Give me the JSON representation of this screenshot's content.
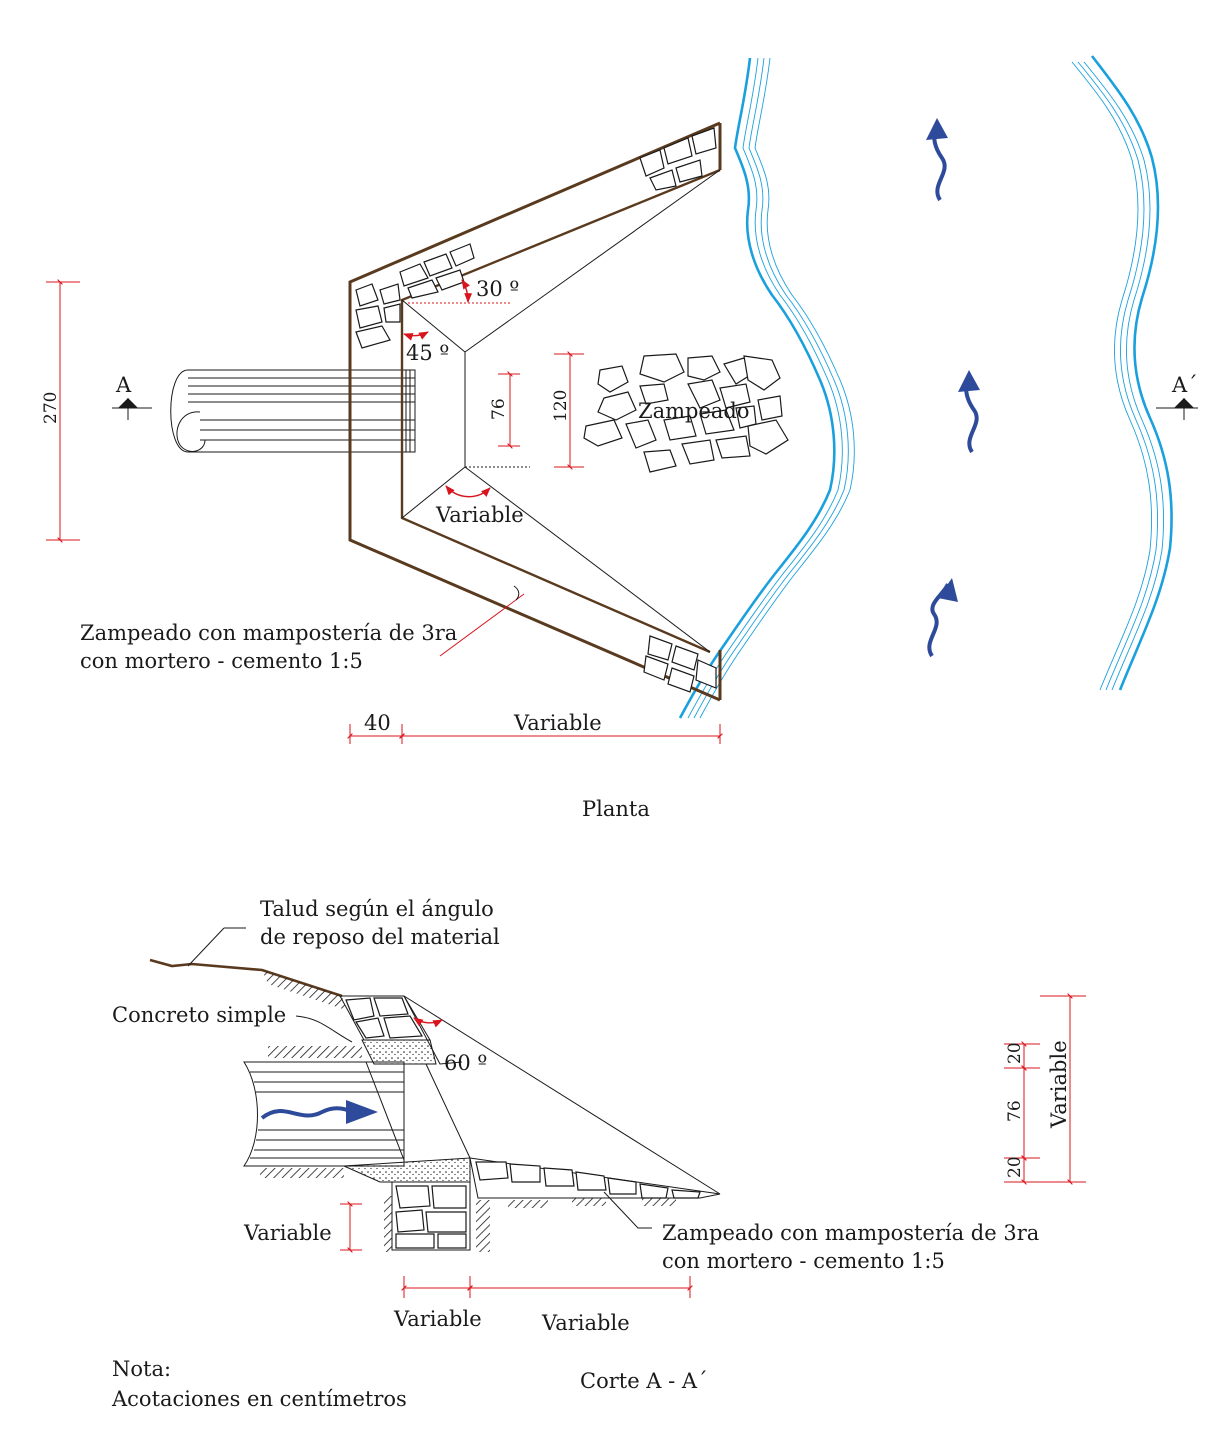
{
  "colors": {
    "wall": "#5a3a1e",
    "dimension": "#d8141e",
    "river": "#1aa0dc",
    "flow_arrow": "#2e4a9a",
    "ink": "#1a1a1a"
  },
  "plan": {
    "title": "Planta",
    "section_mark_left": "A",
    "section_mark_right": "A´",
    "angle_30": "30 º",
    "angle_45": "45 º",
    "angle_variable": "Variable",
    "zampeado_label": "Zampeado",
    "masonry_note_line1": "Zampeado con mampostería de 3ra",
    "masonry_note_line2": "con mortero - cemento 1:5",
    "dim_270": "270",
    "dim_76": "76",
    "dim_120": "120",
    "dim_40": "40",
    "dim_variable_bottom": "Variable"
  },
  "section": {
    "title": "Corte A - A´",
    "slope_note_line1": "Talud según el ángulo",
    "slope_note_line2": "de reposo del material",
    "concrete_label": "Concreto simple",
    "angle_60": "60 º",
    "dim_variable_left": "Variable",
    "dim_variable_bottom_1": "Variable",
    "dim_variable_bottom_2": "Variable",
    "masonry_note_line1": "Zampeado con mampostería de 3ra",
    "masonry_note_line2": "con mortero - cemento 1:5",
    "dim_20_top": "20",
    "dim_76": "76",
    "dim_20_bottom": "20",
    "dim_variable_right": "Variable"
  },
  "note": {
    "line1": "Nota:",
    "line2": "Acotaciones en centímetros"
  }
}
